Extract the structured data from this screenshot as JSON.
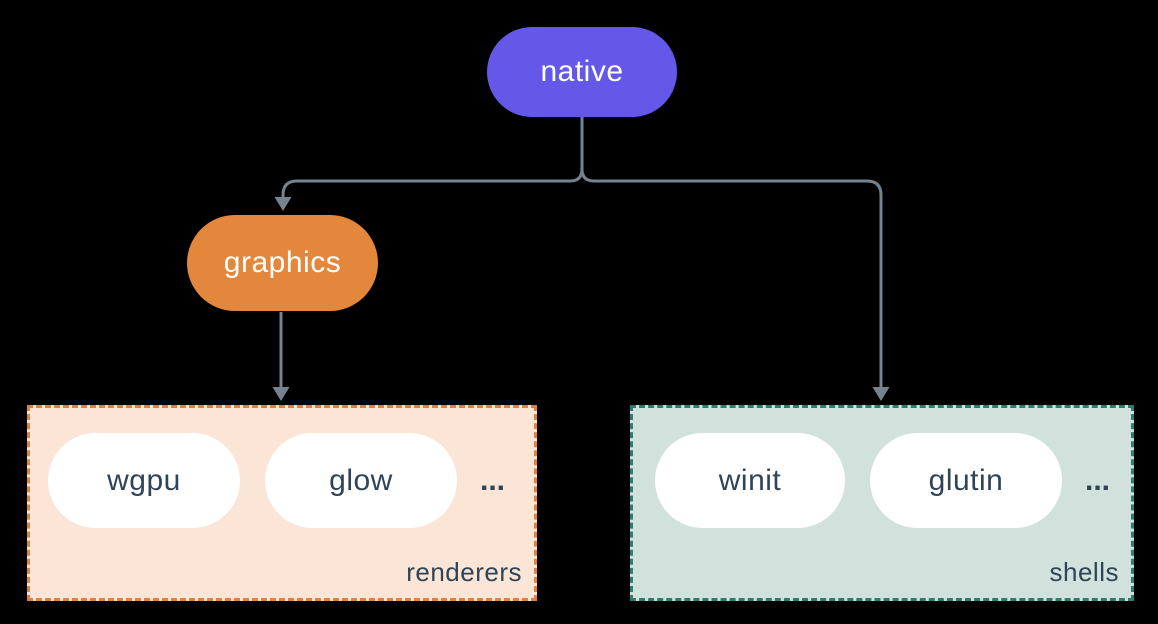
{
  "colors": {
    "background": "#000000",
    "native_node": "#6558e8",
    "graphics_node": "#e2873c",
    "renderers_group_bg": "#fae5d6",
    "renderers_group_border": "#e0823f",
    "shells_group_bg": "#d0e2db",
    "shells_group_border": "#2e7d6e",
    "connector": "#75828f",
    "node_text": "#ffffff",
    "item_text": "#2f4456",
    "item_pill_bg": "#ffffff"
  },
  "nodes": {
    "native": "native",
    "graphics": "graphics"
  },
  "groups": {
    "renderers": {
      "label": "renderers",
      "items": [
        "wgpu",
        "glow"
      ],
      "more": "..."
    },
    "shells": {
      "label": "shells",
      "items": [
        "winit",
        "glutin"
      ],
      "more": "..."
    }
  }
}
